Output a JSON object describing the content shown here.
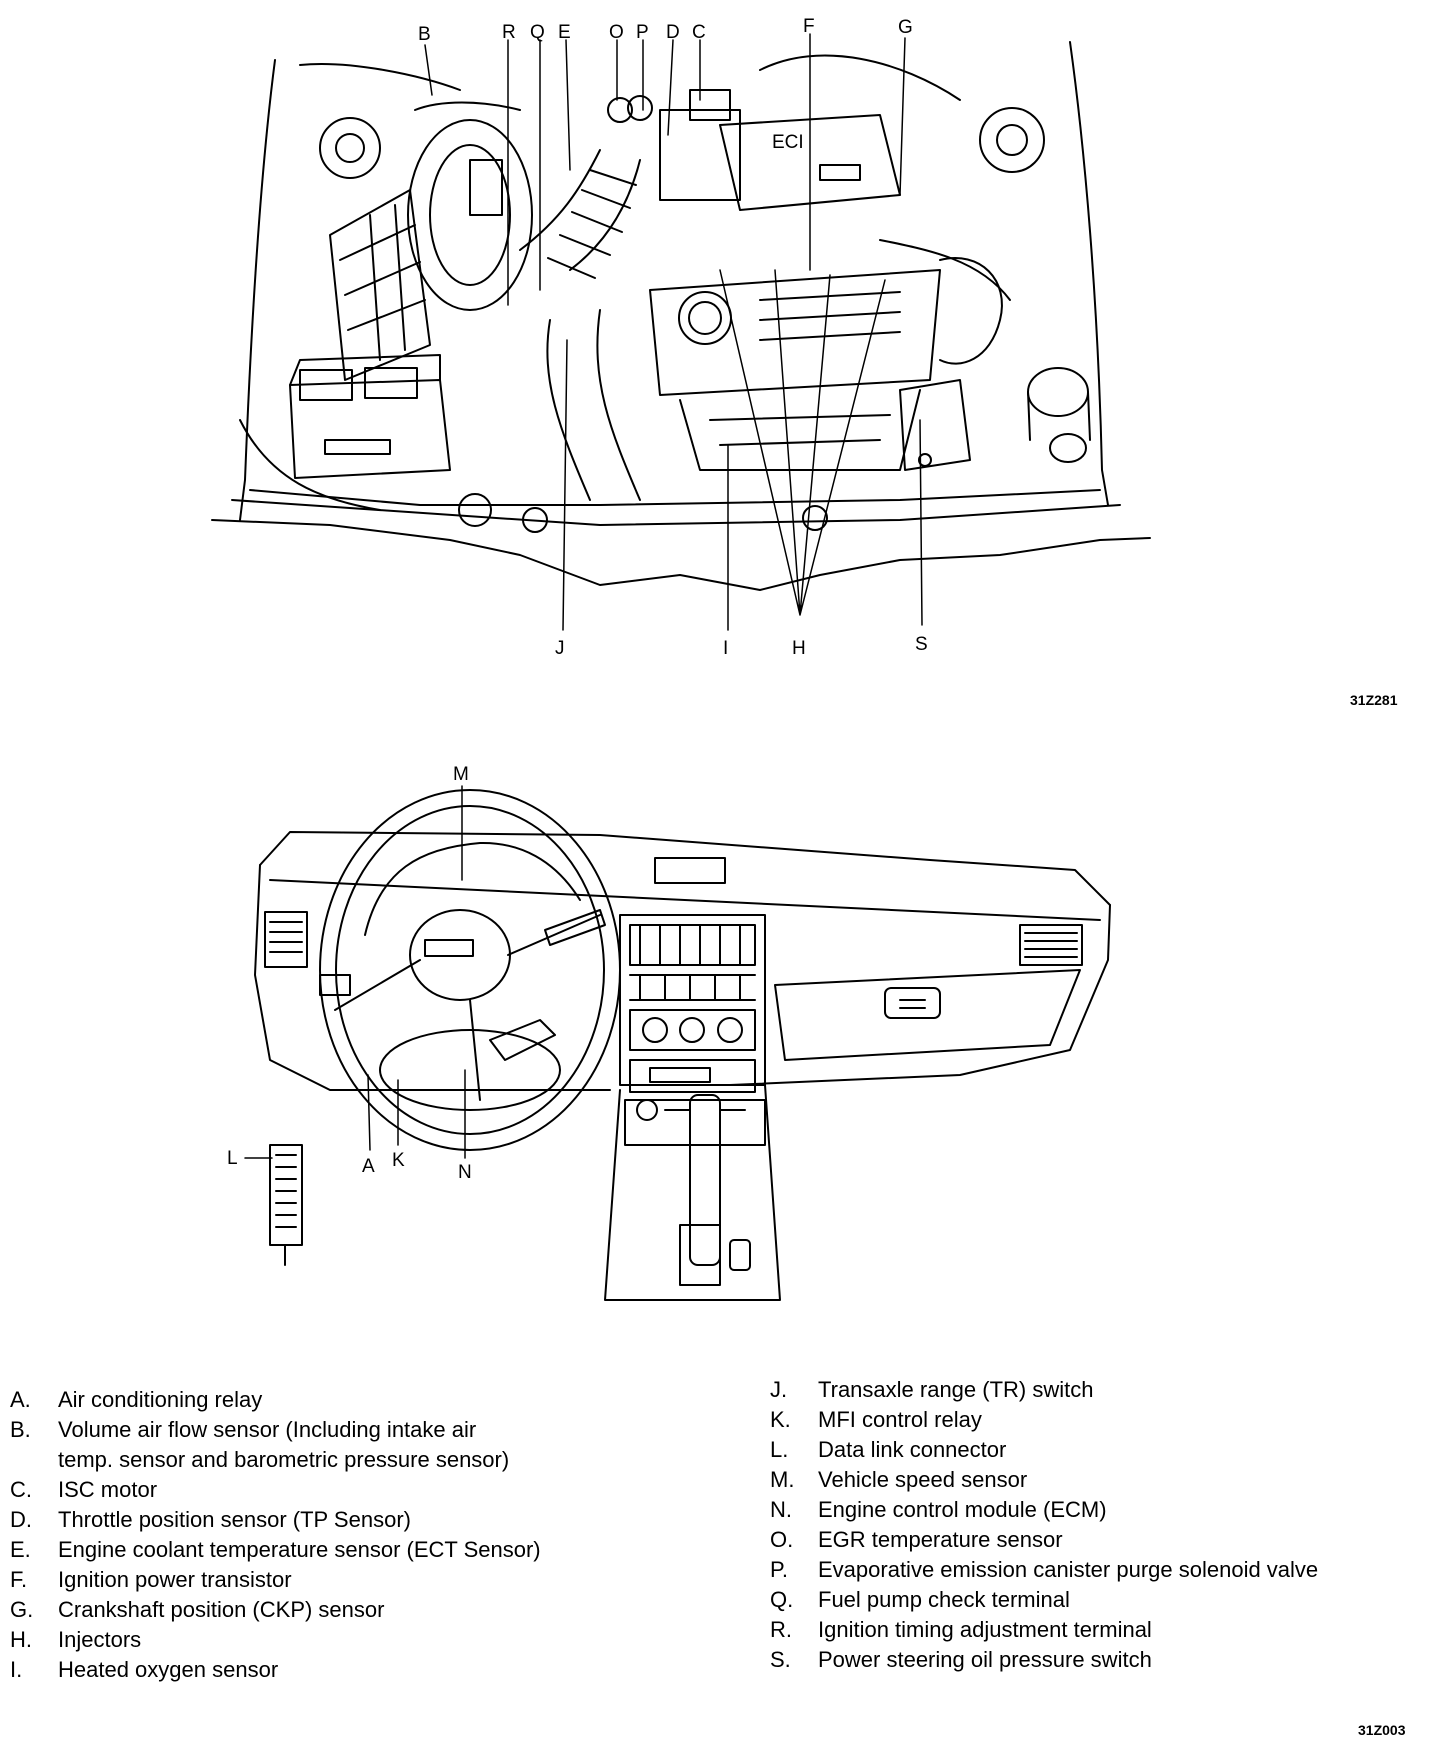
{
  "engine_diagram": {
    "figure_code": "31Z281",
    "callouts": [
      "B",
      "R",
      "Q",
      "E",
      "O",
      "P",
      "D",
      "C",
      "F",
      "G",
      "J",
      "I",
      "H",
      "S"
    ]
  },
  "dash_diagram": {
    "callouts": [
      "M",
      "L",
      "A",
      "K",
      "N"
    ]
  },
  "legend": {
    "left": [
      {
        "key": "A.",
        "text": "Air conditioning relay"
      },
      {
        "key": "B.",
        "text": "Volume air flow sensor (Including intake air",
        "cont": "temp. sensor  and barometric pressure sensor)"
      },
      {
        "key": "C.",
        "text": "ISC motor"
      },
      {
        "key": "D.",
        "text": "Throttle position sensor (TP Sensor)"
      },
      {
        "key": "E.",
        "text": "Engine coolant  temperature sensor (ECT Sensor)"
      },
      {
        "key": "F.",
        "text": "Ignition power transistor"
      },
      {
        "key": "G.",
        "text": "Crankshaft position (CKP) sensor"
      },
      {
        "key": "H.",
        "text": "Injectors"
      },
      {
        "key": "I.",
        "text": "Heated oxygen sensor"
      }
    ],
    "right": [
      {
        "key": "J.",
        "text": "Transaxle range (TR) switch"
      },
      {
        "key": "K.",
        "text": "MFI control relay"
      },
      {
        "key": "L.",
        "text": "Data link connector"
      },
      {
        "key": "M.",
        "text": "Vehicle speed sensor"
      },
      {
        "key": "N.",
        "text": "Engine control module (ECM)"
      },
      {
        "key": "O.",
        "text": "EGR temperature sensor"
      },
      {
        "key": "P.",
        "text": "Evaporative emission canister purge solenoid valve"
      },
      {
        "key": "Q.",
        "text": "Fuel pump check terminal"
      },
      {
        "key": "R.",
        "text": "Ignition timing adjustment terminal"
      },
      {
        "key": "S.",
        "text": "Power steering oil pressure switch"
      }
    ],
    "figure_code": "31Z003"
  }
}
